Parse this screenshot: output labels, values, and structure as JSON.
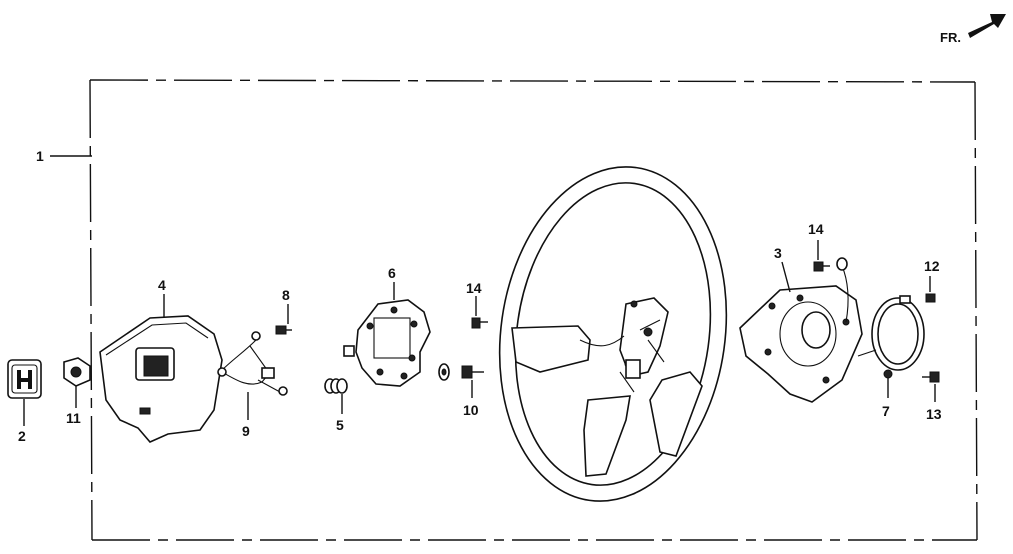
{
  "direction_label": "FR.",
  "callouts": {
    "c1": "1",
    "c2": "2",
    "c3": "3",
    "c4": "4",
    "c5": "5",
    "c6": "6",
    "c7": "7",
    "c8": "8",
    "c9": "9",
    "c10": "10",
    "c11": "11",
    "c12": "12",
    "c13": "13",
    "c14a": "14",
    "c14b": "14"
  }
}
